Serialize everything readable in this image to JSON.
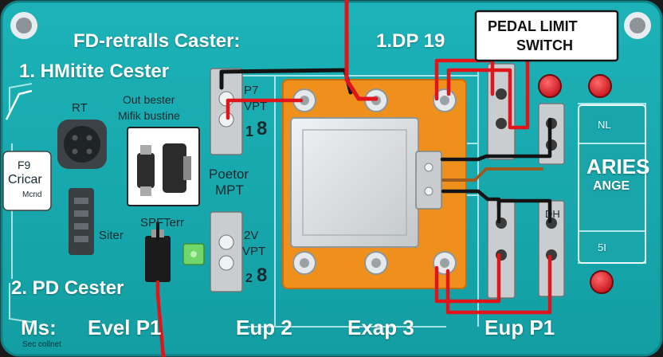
{
  "colors": {
    "board": "#17a9ae",
    "board_edge": "#0f8388",
    "trace": "#bfeff0",
    "wire_red": "#e0141b",
    "wire_black": "#141414",
    "relay_base": "#f0901c",
    "relay_body": "#d9dde0",
    "led_red": "#e01822",
    "terminal": "#c9cdd0",
    "callout_bg": "#ffffff"
  },
  "labels": {
    "top_title": "FD-retralls Caster:",
    "left_title": "1. HMitite Cester",
    "rt": "RT",
    "out_bester_1": "Out bester",
    "out_bester_2": "Mifik bustine",
    "left_chip_1": "F9",
    "left_chip_2": "Cricar",
    "left_chip_3": "Mcnd",
    "siter": "Siter",
    "spfterr": "SPFTerr",
    "pd_cester": "2. PD Cester",
    "terminal_top_1": "P7",
    "terminal_top_2": "VPT",
    "terminal_top_3": "8",
    "terminal_top_num": "1",
    "poetor_1": "Poetor",
    "poetor_2": "MPT",
    "terminal_bot_1": "2V",
    "terminal_bot_2": "VPT",
    "terminal_bot_3": "8",
    "terminal_bot_num": "2",
    "dp19": "1.DP 19",
    "callout_1": "PEDAL LIMIT",
    "callout_2": "SWITCH",
    "aries_1": "ARIES",
    "aries_2": "ANGE",
    "aries_top": "NL",
    "aries_bot": "5I",
    "connector_label": "DH",
    "bottom_ms": "Ms:",
    "bottom_sub": "Sec collnet",
    "bottom_1": "Evel P1",
    "bottom_2": "Eup 2",
    "bottom_3": "Exap 3",
    "bottom_4": "Eup P1"
  }
}
